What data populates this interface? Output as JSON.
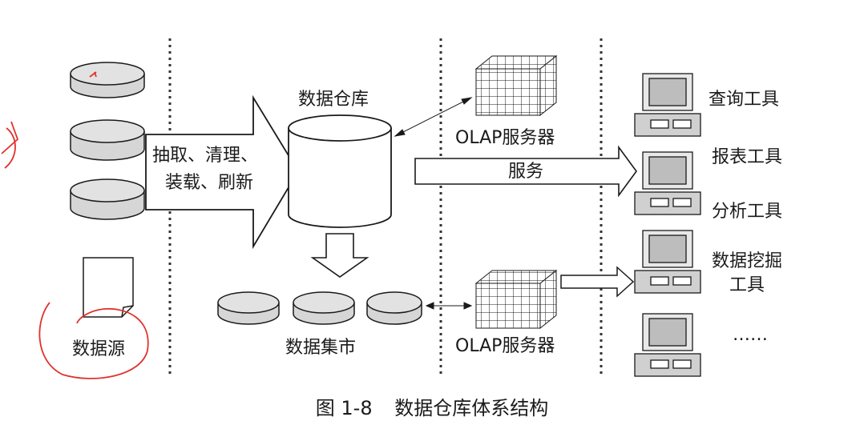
{
  "diagram": {
    "etl_label_line1": "抽取、清理、",
    "etl_label_line2": "装载、刷新",
    "warehouse_label": "数据仓库",
    "olap_top_label": "OLAP服务器",
    "olap_bottom_label": "OLAP服务器",
    "service_label": "服务",
    "datamart_label": "数据集市",
    "datasource_label": "数据源",
    "tools": {
      "query": "查询工具",
      "report": "报表工具",
      "analysis": "分析工具",
      "mining_line1": "数据挖掘",
      "mining_line2": "工具",
      "more": "……"
    }
  },
  "caption": {
    "figure_no": "图 1-8",
    "title": "数据仓库体系结构"
  },
  "colors": {
    "annotation": "#e0322c",
    "line": "#1a1a1a",
    "cylinder_fill": "#d6d6d6"
  }
}
